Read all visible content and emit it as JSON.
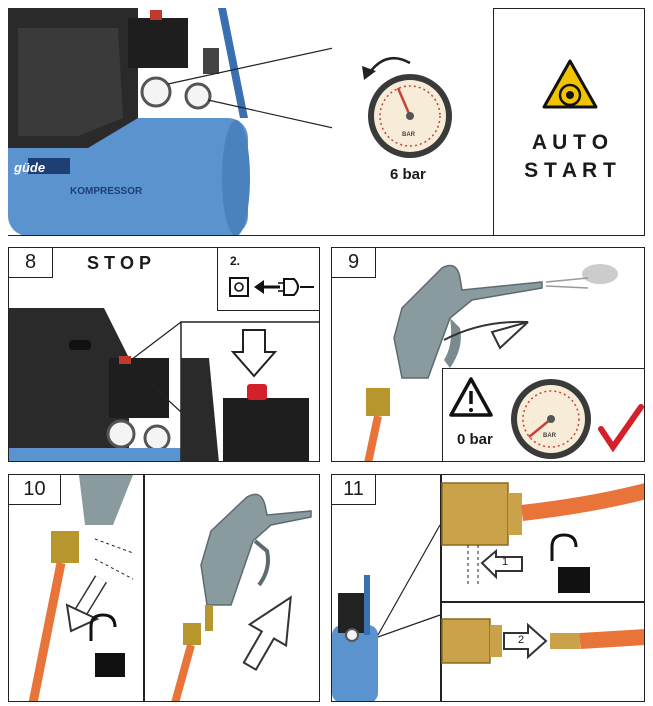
{
  "top": {
    "gauge_value": "6 bar",
    "auto_line1": "A U T O",
    "auto_line2": "S T A R T",
    "brand": "güde",
    "brand_product": "KOMPRESSOR",
    "gauge_unit": "BAR"
  },
  "step8": {
    "number": "8",
    "title": "S T O P",
    "sub_number": "2."
  },
  "step9": {
    "number": "9",
    "gauge_value": "0 bar",
    "gauge_unit": "BAR"
  },
  "step10": {
    "number": "10"
  },
  "step11": {
    "number": "11",
    "arrow1": "1",
    "arrow2": "2"
  },
  "colors": {
    "compressor_blue": "#5b93cf",
    "hose_orange": "#e8743a",
    "warning_yellow": "#f2c400",
    "check_red": "#d4202a",
    "gun_gray": "#8a9ba0"
  }
}
